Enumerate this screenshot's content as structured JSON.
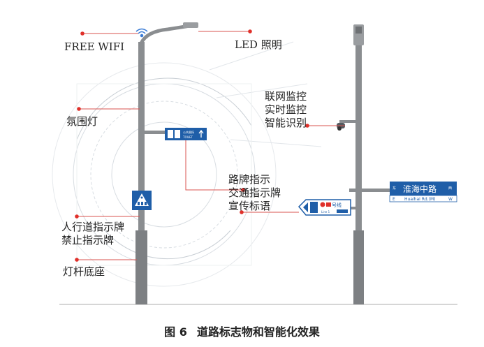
{
  "labels": {
    "free_wifi": "FREE WIFI",
    "led_lighting": "LED 照明",
    "ambient_light": "氛围灯",
    "iot_monitoring": "联网监控\n实时监控\n智能识别",
    "road_signs": "路牌指示\n交通指示牌\n宣传标语",
    "pedestrian_sign": "人行道指示牌\n禁止指示牌",
    "pole_base": "灯杆底座"
  },
  "signs": {
    "toilet_cn": "公共厕所",
    "toilet_en": "TOILET",
    "metro_line": "号线",
    "metro_line_en": "Line 1",
    "street_cn": "淮海中路",
    "street_dir_left": "东",
    "street_dir_right": "西",
    "street_en": "Huaihai Rd.(M)",
    "street_e": "E",
    "street_w": "W"
  },
  "caption": {
    "number": "图 6",
    "title": "道路标志物和智能化效果"
  },
  "colors": {
    "pole": "#8a8d90",
    "sign_blue": "#1f5ea8",
    "leader_dot": "#e0302a",
    "leader_line": "#d9534f"
  }
}
